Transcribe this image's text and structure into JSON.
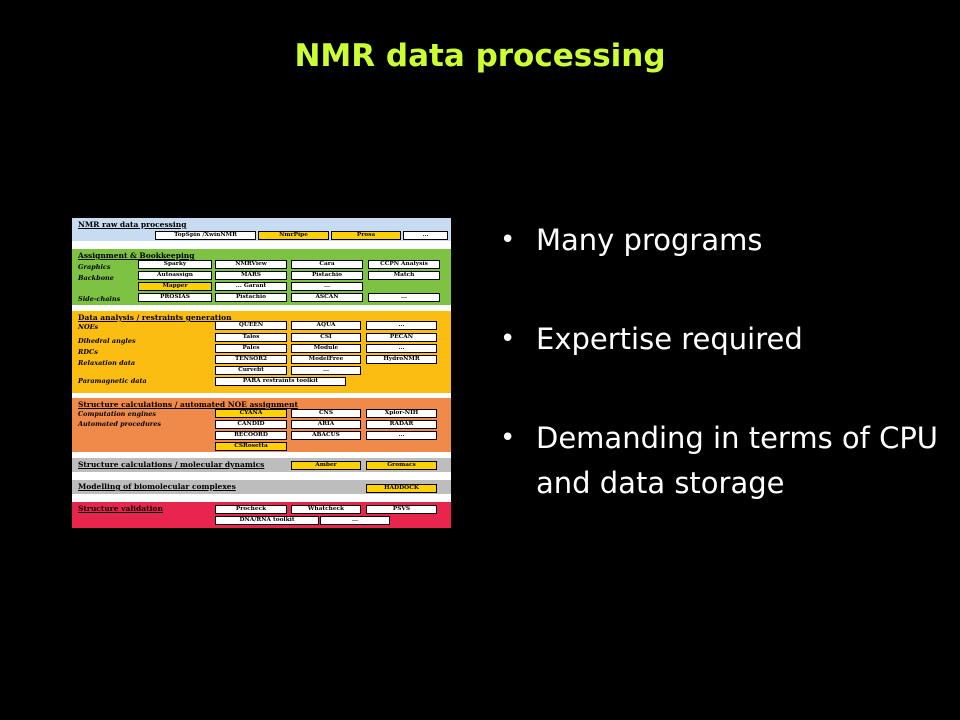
{
  "title": "NMR data processing",
  "bullets": [
    "Many programs",
    "Expertise required",
    "Demanding in terms of CPU and data storage"
  ],
  "colors": {
    "title": "#ccff33",
    "raw": "#c7dcf0",
    "assignment": "#7dc242",
    "analysis": "#fbbd12",
    "structure_noe": "#f08a4b",
    "md": "#bdbdbd",
    "modelling": "#bdbdbd",
    "validation": "#e8254d",
    "highlight": "#ffd100"
  },
  "diagram": {
    "raw": {
      "title": "NMR raw data processing",
      "boxes": [
        "TopSpin /XwinNMR",
        "NmrPipe",
        "Prosa",
        "..."
      ]
    },
    "assignment": {
      "title": "Assignment & Bookkeeping",
      "labels": [
        "Graphics",
        "Backbone",
        "Side-chains"
      ],
      "boxes": [
        "Sparky",
        "NMRView",
        "Cara",
        "CCPN Analysis",
        "Autoassign",
        "MARS",
        "Pistachio",
        "Match",
        "Mapper",
        "... Garant",
        "...",
        "PROSIAS",
        "Pistachio",
        "ASCAN",
        "..."
      ]
    },
    "analysis": {
      "title": "Data analysis / restraints generation",
      "labels": [
        "NOEs",
        "Dihedral angles",
        "RDCs",
        "Relaxation data",
        "Paramagnetic data"
      ],
      "boxes": [
        "QUEEN",
        "AQUA",
        "...",
        "Talos",
        "CSI",
        "PECAN",
        "Pales",
        "Module",
        "...",
        "TENSOR2",
        "ModelFree",
        "HydroNMR",
        "Curvefit",
        "...",
        "PARA restraints toolkit"
      ]
    },
    "structure_noe": {
      "title": "Structure calculations / automated NOE assignment",
      "labels": [
        "Computation engines",
        "Automated procedures"
      ],
      "boxes": [
        "CYANA",
        "CNS",
        "Xplor-NIH",
        "CANDID",
        "ARIA",
        "RADAR",
        "RECOORD",
        "ABACUS",
        "...",
        "CSRosetta"
      ]
    },
    "md": {
      "title": "Structure calculations / molecular dynamics",
      "boxes": [
        "Amber",
        "Gromacs"
      ]
    },
    "modelling": {
      "title": "Modelling of biomolecular complexes",
      "boxes": [
        "HADDOCK"
      ]
    },
    "validation": {
      "title": "Structure validation",
      "boxes": [
        "Procheck",
        "Whatcheck",
        "PSVS",
        "DNA/RNA toolkit",
        "..."
      ]
    }
  }
}
